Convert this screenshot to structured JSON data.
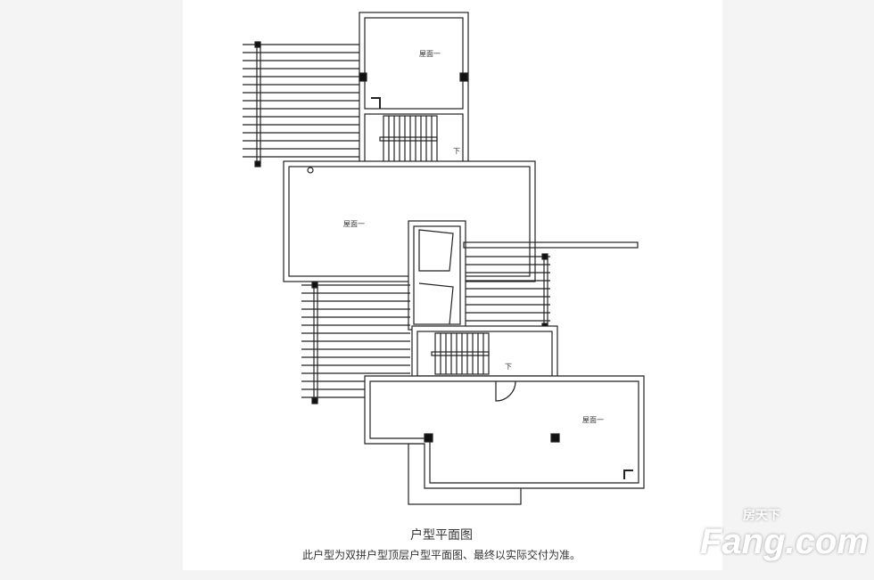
{
  "plan": {
    "room_labels": [
      "屋面一",
      "屋面一",
      "屋面一"
    ],
    "stair_down_labels": [
      "下",
      "下"
    ]
  },
  "caption": {
    "title": "户型平面图",
    "note": "此户型为双拼户型顶层户型平面图、最终以实际交付为准。"
  },
  "watermark": {
    "brand": "Fang.com",
    "cn": "房天下"
  }
}
